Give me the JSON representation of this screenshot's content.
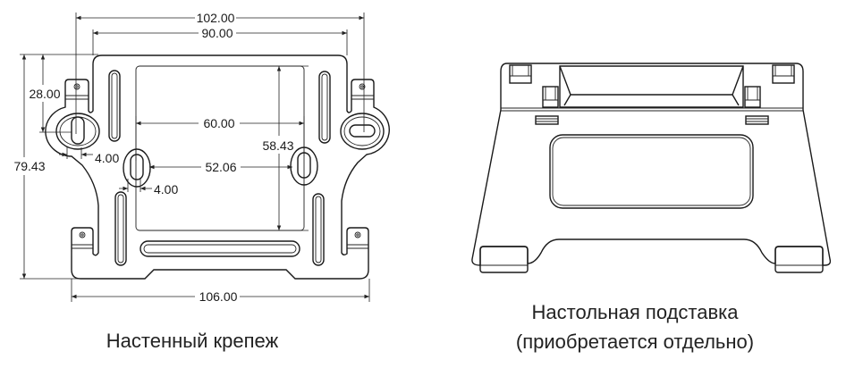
{
  "wall_mount": {
    "caption": "Настенный крепеж",
    "dimensions": {
      "overall_top_width": "102.00",
      "inner_top_width": "90.00",
      "slot_spacing_upper": "60.00",
      "slot_spacing_lower": "52.06",
      "inner_height": "58.43",
      "ear_height": "28.00",
      "overall_height": "79.43",
      "bottom_width": "106.00",
      "slot_width_ear": "4.00",
      "slot_width_keyhole": "4.00"
    }
  },
  "desk_stand": {
    "caption_line1": "Настольная подставка",
    "caption_line2": "(приобретается отдельно)"
  }
}
